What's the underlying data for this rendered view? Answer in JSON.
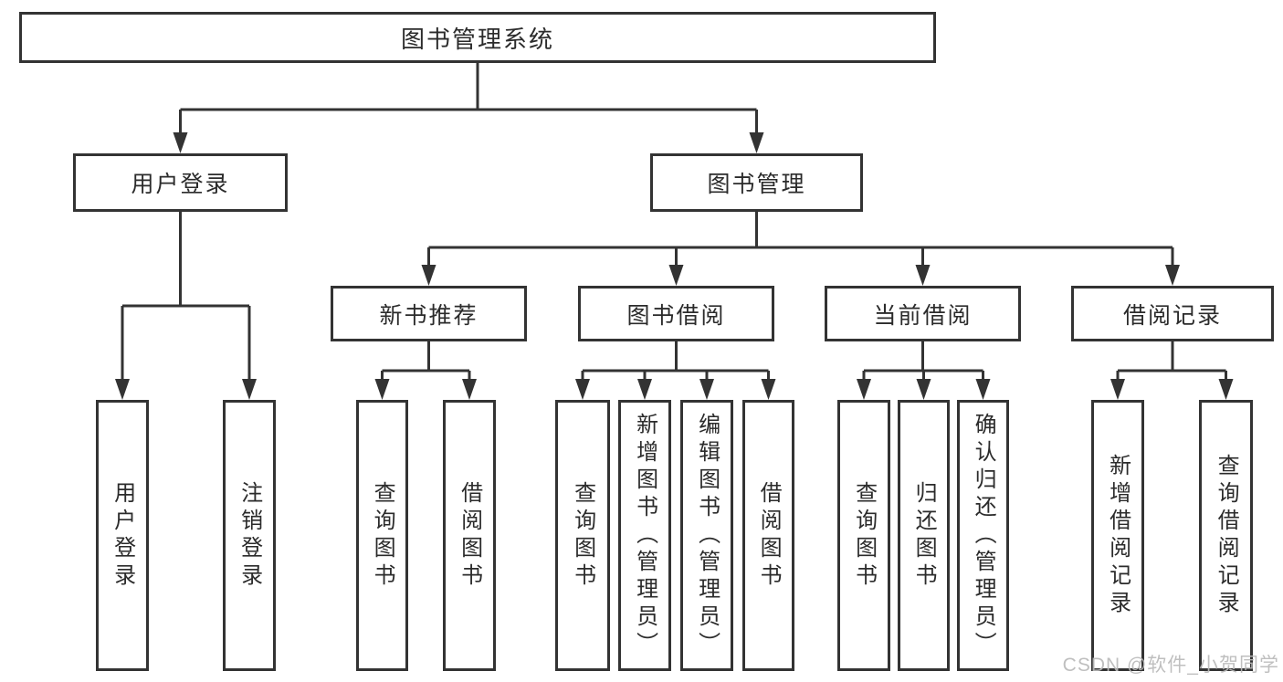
{
  "diagram": {
    "title": "图书管理系统",
    "root": {
      "label": "图书管理系统"
    },
    "level2": [
      {
        "label": "用户登录"
      },
      {
        "label": "图书管理"
      }
    ],
    "level3": [
      {
        "label": "新书推荐"
      },
      {
        "label": "图书借阅"
      },
      {
        "label": "当前借阅"
      },
      {
        "label": "借阅记录"
      }
    ],
    "leaves": [
      "用户登录",
      "注销登录",
      "查询图书",
      "借阅图书",
      "查询图书",
      "新增图书（管理员）",
      "编辑图书（管理员）",
      "借阅图书",
      "查询图书",
      "归还图书",
      "确认归还（管理员）",
      "新增借阅记录",
      "查询借阅记录"
    ],
    "colors": {
      "line": "#333333",
      "box_border": "#333333",
      "text": "#2b2b2b",
      "background": "#ffffff",
      "watermark": "#bababa"
    },
    "watermark": "CSDN @软件_小贺同学"
  }
}
